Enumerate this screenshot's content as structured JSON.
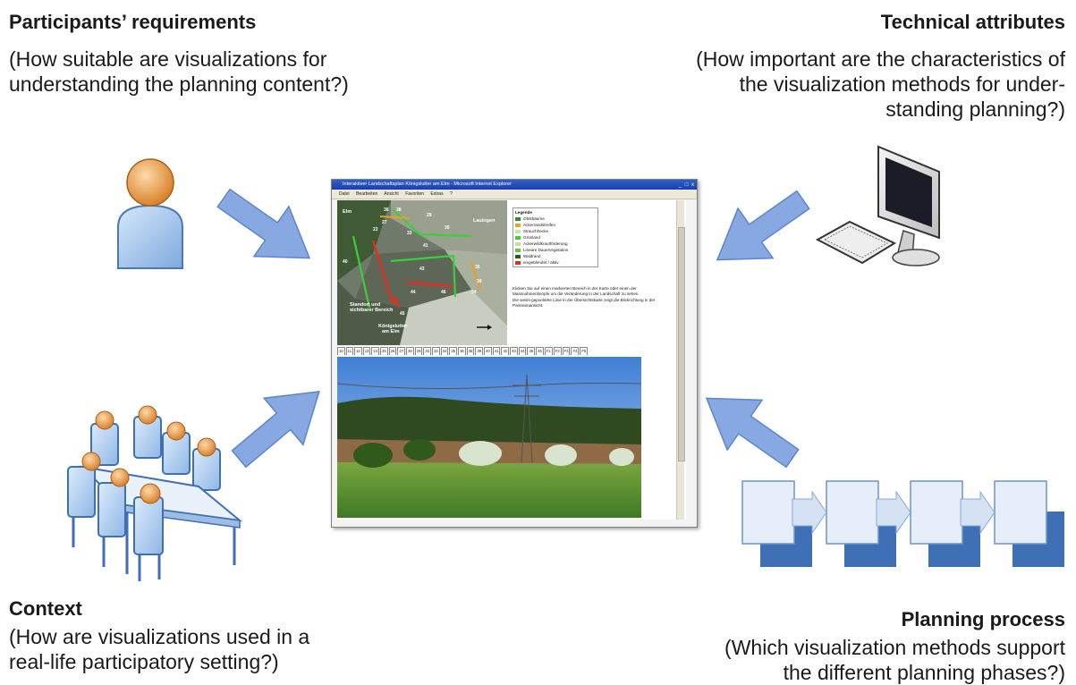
{
  "participants": {
    "title": "Participants’ requirements",
    "question_line1": "(How suitable are visualizations for",
    "question_line2": "understanding the planning content?)"
  },
  "technical": {
    "title": "Technical attributes",
    "question_line1": "(How important are the characteristics of",
    "question_line2": "the visualization methods for under-",
    "question_line3": "standing planning?)"
  },
  "context": {
    "title": "Context",
    "question_line1": "(How are visualizations used in a",
    "question_line2": "real-life participatory setting?)"
  },
  "planning": {
    "title": "Planning process",
    "question_line1": "(Which visualization methods support",
    "question_line2": "the different planning phases?)"
  },
  "browser": {
    "window_title": "Interaktiver Landschaftsplan Königslutter am Elm - Microsoft Internet Explorer",
    "window_controls": "_ □ x",
    "menu": [
      "Datei",
      "Bearbeiten",
      "Ansicht",
      "Favoriten",
      "Extras",
      "?"
    ],
    "map_labels": {
      "elm": "Elm",
      "lauingen": "Lauingen",
      "standort": "Standort und",
      "sichtbarer": "sichtbarer Bereich",
      "koenigslutter": "Königslutter",
      "am_elm": "am Elm"
    },
    "parcel_numbers": [
      "36",
      "38",
      "29",
      "27",
      "22",
      "33",
      "30",
      "41",
      "43",
      "13",
      "44",
      "45",
      "46",
      "35",
      "39",
      "34",
      "40"
    ],
    "legend_title": "Legende",
    "legend_items": [
      {
        "label": "Obstbäume",
        "color": "#2e8b2e"
      },
      {
        "label": "Ackerrandstreifen",
        "color": "#f0a030"
      },
      {
        "label": "Strauchhecke",
        "color": "#c8e6a0"
      },
      {
        "label": "Grünland",
        "color": "#3cd13c"
      },
      {
        "label": "Ackerwildkrautförderung",
        "color": "#d6d6a0"
      },
      {
        "label": "Lineare Dauervegetation",
        "color": "#6fbf3f"
      },
      {
        "label": "Waldrand",
        "color": "#1f5f1f"
      },
      {
        "label": "eingeblendet / aktiv",
        "color": "#e03020"
      }
    ],
    "info_text_1": "Klicken Sie auf einen markierten Bereich in der Karte oder einen der Massnahmenknöpfe um die Veränderung in der Landschaft zu sehen.",
    "info_text_2": "Die weiss-gepunktete Linie in der Übersichtskarte zeigt die Blickrichtung in der Panoramansicht.",
    "strip_buttons": [
      "10",
      "11",
      "12",
      "13",
      "24",
      "25",
      "26",
      "27",
      "28",
      "29",
      "32",
      "33",
      "34",
      "35",
      "36",
      "38",
      "39",
      "40",
      "41",
      "42",
      "43",
      "44",
      "45",
      "46",
      "F1",
      "F2",
      "F3",
      "F4",
      "F5"
    ]
  }
}
